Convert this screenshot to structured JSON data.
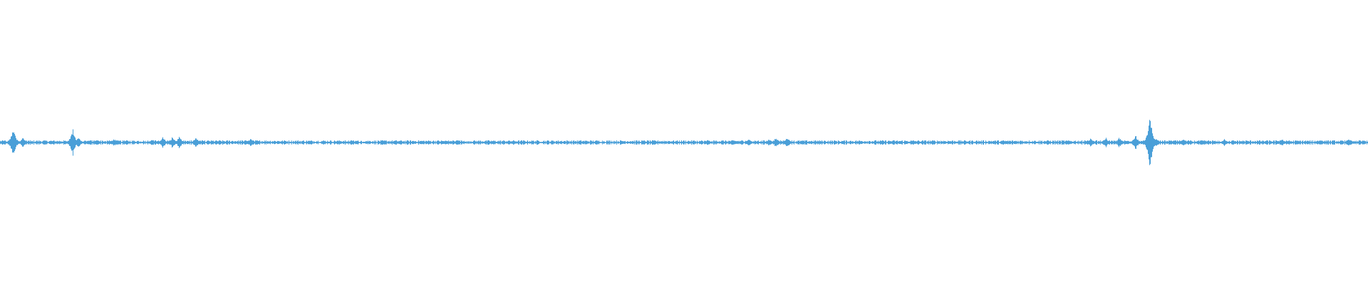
{
  "waveform": {
    "color": "#4a9fd8",
    "background": "#ffffff",
    "samples": 1920,
    "baseline_amplitude": 0.006,
    "peaks": [
      {
        "at": 0.0095,
        "amp": 0.055
      },
      {
        "at": 0.0165,
        "amp": 0.02
      },
      {
        "at": 0.053,
        "amp": 0.05
      },
      {
        "at": 0.057,
        "amp": 0.02
      },
      {
        "at": 0.071,
        "amp": 0.012
      },
      {
        "at": 0.083,
        "amp": 0.015
      },
      {
        "at": 0.111,
        "amp": 0.014
      },
      {
        "at": 0.119,
        "amp": 0.022
      },
      {
        "at": 0.126,
        "amp": 0.025
      },
      {
        "at": 0.131,
        "amp": 0.025
      },
      {
        "at": 0.143,
        "amp": 0.02
      },
      {
        "at": 0.183,
        "amp": 0.018
      },
      {
        "at": 0.257,
        "amp": 0.01
      },
      {
        "at": 0.334,
        "amp": 0.012
      },
      {
        "at": 0.517,
        "amp": 0.01
      },
      {
        "at": 0.547,
        "amp": 0.014
      },
      {
        "at": 0.562,
        "amp": 0.014
      },
      {
        "at": 0.576,
        "amp": 0.016
      },
      {
        "at": 0.575,
        "amp": 0.018
      },
      {
        "at": 0.567,
        "amp": 0.02
      },
      {
        "at": 0.797,
        "amp": 0.016
      },
      {
        "at": 0.808,
        "amp": 0.02
      },
      {
        "at": 0.818,
        "amp": 0.02
      },
      {
        "at": 0.83,
        "amp": 0.028
      },
      {
        "at": 0.8405,
        "amp": 0.1
      },
      {
        "at": 0.845,
        "amp": 0.02
      },
      {
        "at": 0.865,
        "amp": 0.014
      },
      {
        "at": 0.895,
        "amp": 0.014
      },
      {
        "at": 0.937,
        "amp": 0.014
      },
      {
        "at": 0.965,
        "amp": 0.012
      },
      {
        "at": 0.986,
        "amp": 0.014
      }
    ]
  }
}
